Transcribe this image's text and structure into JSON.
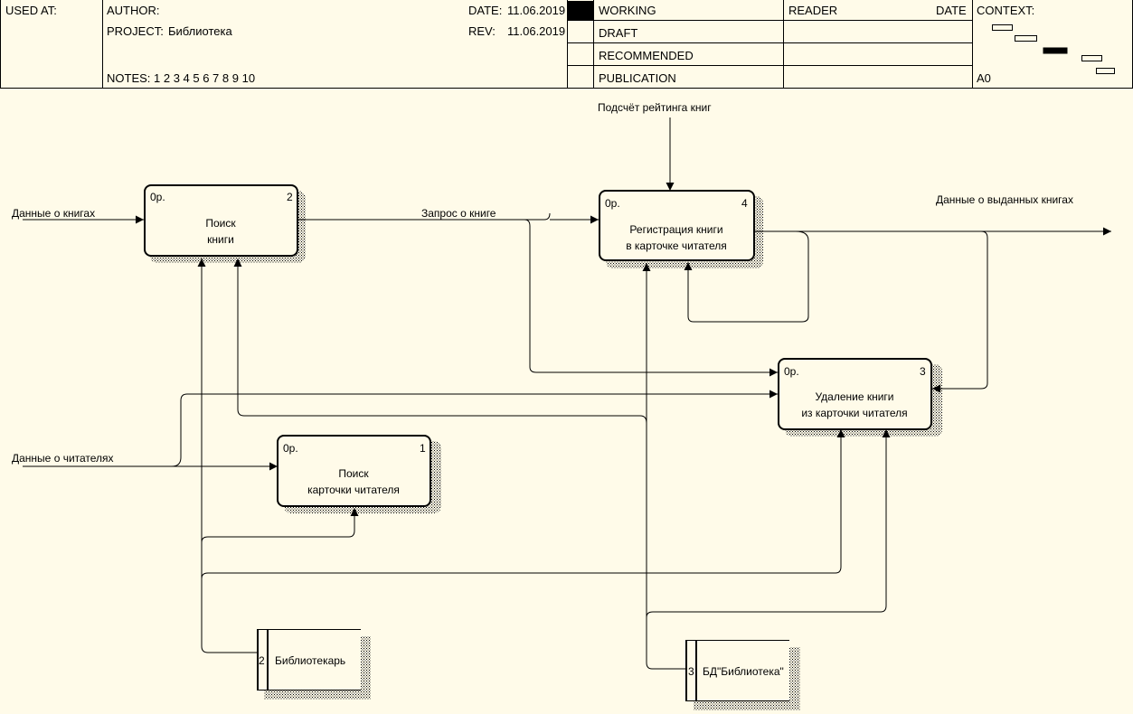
{
  "header": {
    "used_at": "USED AT:",
    "author": "AUTHOR:",
    "project_label": "PROJECT:",
    "project": "Библиотека",
    "notes": "NOTES:  1  2  3  4  5  6  7  8  9  10",
    "date_label": "DATE:",
    "date": "11.06.2019",
    "rev_label": "REV:",
    "rev": "11.06.2019",
    "statuses": [
      "WORKING",
      "DRAFT",
      "RECOMMENDED",
      "PUBLICATION"
    ],
    "reader": "READER",
    "date2": "DATE",
    "context": "CONTEXT:",
    "node": "A0"
  },
  "activities": [
    {
      "id": "activity-poisk-knigi",
      "cost": "0р.",
      "number": "2",
      "lines": [
        "Поиск",
        "книги"
      ]
    },
    {
      "id": "activity-registraciya",
      "cost": "0р.",
      "number": "4",
      "lines": [
        "Регистрация книги",
        "в карточке читателя"
      ]
    },
    {
      "id": "activity-udalenie",
      "cost": "0р.",
      "number": "3",
      "lines": [
        "Удаление книги",
        "из карточки читателя"
      ]
    },
    {
      "id": "activity-poisk-kartochki",
      "cost": "0р.",
      "number": "1",
      "lines": [
        "Поиск",
        "карточки читателя"
      ]
    }
  ],
  "mechanisms": [
    {
      "id": "mechanism-bibliotekar",
      "number": "2",
      "label": "Библиотекарь"
    },
    {
      "id": "mechanism-bd",
      "number": "3",
      "label": "БД\"Библиотека\""
    }
  ],
  "arrows": {
    "input_books": "Данные о книгах",
    "input_readers": "Данные о читателях",
    "control_rating": "Подсчёт рейтинга книг",
    "book_request": "Запрос о книге",
    "output_issued": "Данные о выданных книгах"
  }
}
